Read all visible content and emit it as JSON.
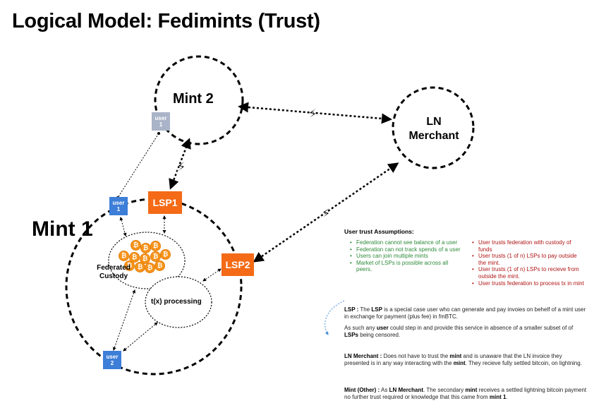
{
  "title": "Logical Model: Fedimints (Trust)",
  "nodes": {
    "mint2": "Mint 2",
    "mint1": "Mint 1",
    "ln_merchant_line1": "LN",
    "ln_merchant_line2": "Merchant",
    "lsp1": "LSP1",
    "lsp2": "LSP2",
    "federated_custody_line1": "Federated",
    "federated_custody_line2": "Custody",
    "tx_processing": "t(x) processing",
    "user1_mint2": {
      "line1": "user",
      "line2": "1"
    },
    "user1_mint1": {
      "line1": "user",
      "line2": "1"
    },
    "user2_mint1": {
      "line1": "user",
      "line2": "2"
    }
  },
  "coin_symbol": "₿",
  "lightning_symbol": "⚡",
  "assumptions": {
    "heading": "User trust Assumptions:",
    "green": [
      "Federation cannot see balance of a user",
      "Federation can not track spends of a user",
      "Users can join multiple mints",
      "Market of LSPs is possible across all peers."
    ],
    "red": [
      "User trusts federation with custody of funds",
      "User trusts (1 of n) LSPs to pay outside the mint.",
      "User trusts (1 of n) LSPs to recieve from outside the mint.",
      "User trusts federation to process tx in mint"
    ]
  },
  "paragraphs": {
    "lsp": {
      "term": "LSP :",
      "text_a": " The ",
      "term2": "LSP",
      "text_b": " is a special case user who can generate and pay invoies on behelf of a mint user in exchange for payment (plus fee) in fmBTC."
    },
    "lsp2": {
      "text_a": "As such any ",
      "term": "user",
      "text_b": " could step in and provide this service in absence of a smaller subset of of ",
      "term2": "LSPs",
      "text_c": " being censored."
    },
    "ln_merchant": {
      "term": "LN Merchant :",
      "text_a": " Does not have to trust the ",
      "term2": "mint",
      "text_b": " and is unaware that the LN invoice they presented is in any way interacting with the ",
      "term3": "mint",
      "text_c": ". They recieve fully settled bitcoin, on lightning."
    },
    "mint_other": {
      "term": "Mint (Other) :",
      "text_a": " As ",
      "term2": "LN Merchant",
      "text_b": ". The secondary ",
      "term3": "mint",
      "text_c": " receives a settled lightning bitcoin payment no further trust required or knowledge that this came from ",
      "term4": "mint 1",
      "text_d": "."
    }
  },
  "colors": {
    "lsp": "#f46a16",
    "user_active": "#3d7ed8",
    "user_faded": "#aab4c8",
    "trust_positive": "#2e8b3a",
    "trust_negative": "#b01515",
    "coin": "#f7931a",
    "hint_arrow": "#4a90d9"
  }
}
